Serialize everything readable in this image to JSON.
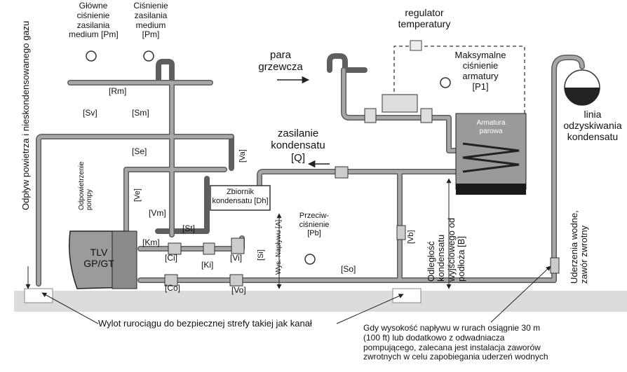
{
  "labels": {
    "main_supply": [
      "Główne",
      "ciśnienie",
      "zasilania",
      "medium [Pm]"
    ],
    "supply_pressure": [
      "Ciśnienie",
      "zasilania",
      "medium",
      "[Pm]"
    ],
    "temp_regulator": [
      "regulator",
      "temperatury"
    ],
    "heating_steam": [
      "para",
      "grzewcza"
    ],
    "max_pressure": [
      "Maksymalne",
      "ciśnienie",
      "armatury",
      "[P1]"
    ],
    "condensate_recovery": [
      "linia",
      "odzyskiwania",
      "kondensatu"
    ],
    "steam_equipment": [
      "Armatura",
      "parowa"
    ],
    "condensate_supply": [
      "zasilanie",
      "kondensatu",
      "[Q]"
    ],
    "receiver": [
      "Zbiornik",
      "kondensatu [Dh]"
    ],
    "back_pressure": [
      "Przeciw-",
      "ciśnienie",
      "[Pb]"
    ],
    "pump_vent": [
      "Odpowietrzenie",
      "pompy"
    ],
    "air_vent_line": "Odpływ powietrza i nieskondensowanego gazu",
    "fill_height": "Wys. Napływu [A]",
    "outlet_distance": [
      "Odległość",
      "kondensatu",
      "wyjściowego od",
      "podłoża [B]"
    ],
    "water_hammer": [
      "Uderzenia wodne,",
      "zawór zwrotny"
    ],
    "pump": [
      "TLV",
      "GP/GT"
    ],
    "drain_note": "Wylot rurociągu do bezpiecznej strefy takiej jak kanał",
    "hammer_note": [
      "Gdy wysokość napływu w rurach osiągnie 30 m",
      "(100 ft) lub dodatkowo z odwadniacza",
      "pompującego, zalecana jest instalacja zaworów",
      "zwrotnych w celu zapobiegania uderzeń wodnych"
    ]
  },
  "tags": {
    "rm": "[Rm]",
    "sm": "[Sm]",
    "sv": "[Sv]",
    "se": "[Se]",
    "va": "[Va]",
    "ve": "[Ve]",
    "vm": "[Vm]",
    "st": "[St]",
    "km": "[Km]",
    "ci": "[Ci]",
    "ki": "[Ki]",
    "vi": "[Vi]",
    "si": "[Si]",
    "co": "[Co]",
    "vo": "[Vo]",
    "so": "[So]",
    "vb": "[Vb]"
  },
  "colors": {
    "pipe": "#8f8f8f",
    "pipe_edge": "#5e5e5e",
    "ground": "#d9d9d9",
    "equipment_top": "#9a9a9a",
    "equipment_base": "#1a1a1a",
    "pump_body": "#9b9b9b",
    "ink": "#111111"
  }
}
